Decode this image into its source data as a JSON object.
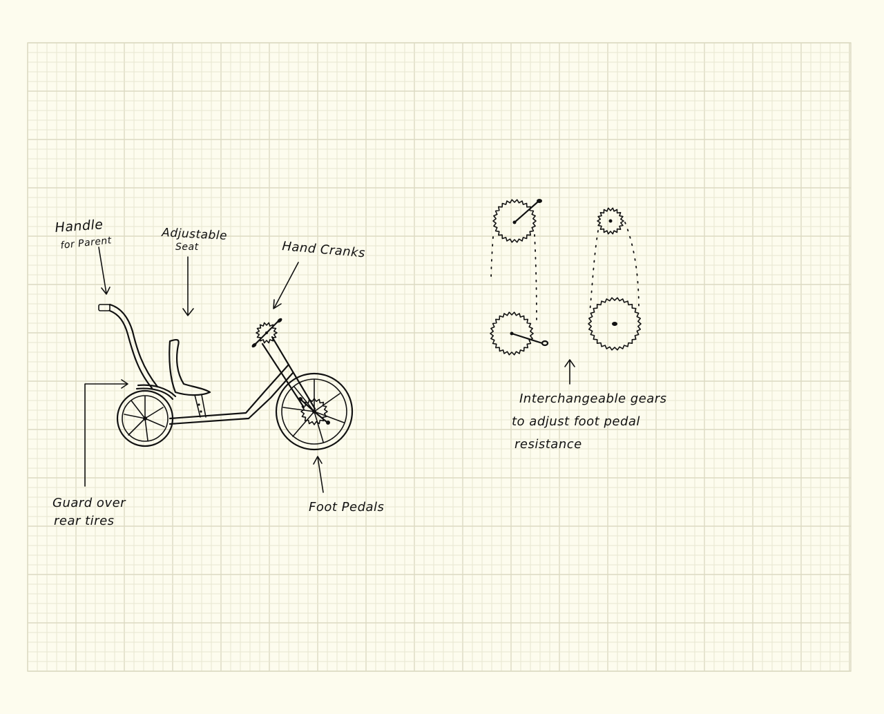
{
  "labels": {
    "handle_line1": "Handle",
    "handle_line2": "for Parent",
    "seat_line1": "Adjustable",
    "seat_line2": "Seat",
    "cranks": "Hand Cranks",
    "guard_line1": "Guard over",
    "guard_line2": "rear tires",
    "pedals": "Foot Pedals",
    "gears_line1": "Interchangeable gears",
    "gears_line2": "to adjust foot pedal",
    "gears_line3": "resistance"
  },
  "colors": {
    "paper": "#fdfcee",
    "grid_minor": "#e8e6d0",
    "grid_major": "#dcdac2",
    "ink": "#111111"
  }
}
